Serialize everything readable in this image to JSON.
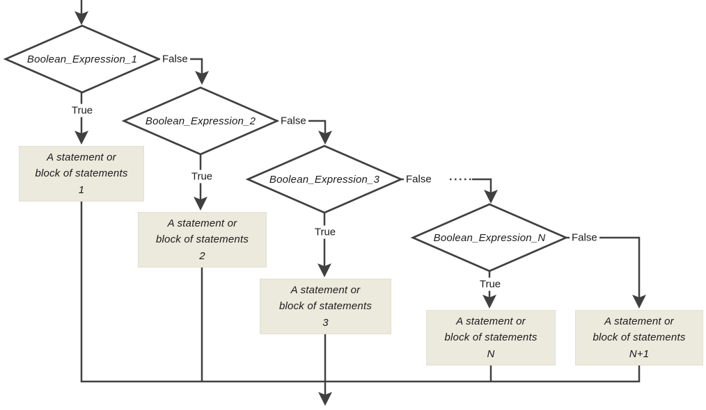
{
  "colors": {
    "line": "#404040",
    "box_fill": "#ECE9DD",
    "box_border": "#E3DFD1",
    "text": "#1A1A1A",
    "background": "#FFFFFF"
  },
  "labels": {
    "true": "True",
    "false": "False"
  },
  "decisions": [
    {
      "label": "Boolean_Expression_1"
    },
    {
      "label": "Boolean_Expression_2"
    },
    {
      "label": "Boolean_Expression_3"
    },
    {
      "label": "Boolean_Expression_N"
    }
  ],
  "statements": [
    {
      "line1": "A statement or",
      "line2": "block of statements",
      "line3": "1"
    },
    {
      "line1": "A statement or",
      "line2": "block of statements",
      "line3": "2"
    },
    {
      "line1": "A statement or",
      "line2": "block of statements",
      "line3": "3"
    },
    {
      "line1": "A statement or",
      "line2": "block of statements",
      "line3": "N"
    },
    {
      "line1": "A statement or",
      "line2": "block of statements",
      "line3": "N+1"
    }
  ]
}
